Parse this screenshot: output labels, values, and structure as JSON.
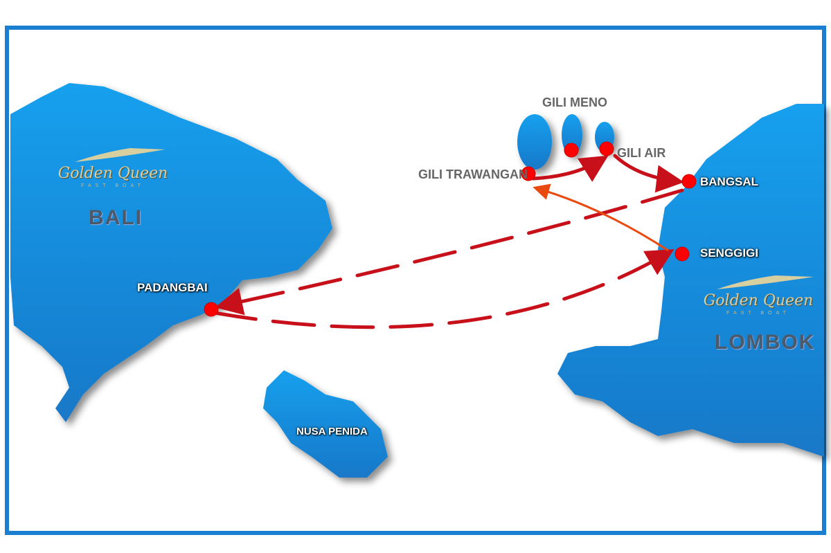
{
  "labels": {
    "bali": "BALI",
    "lombok": "LOMBOK",
    "padangbai": "PADANGBAI",
    "nusa_penida": "NUSA PENIDA",
    "gili_meno": "GILI MENO",
    "gili_trawangan": "GILI TRAWANGAN",
    "gili_air": "GILI AIR",
    "bangsal": "BANGSAL",
    "senggigi": "SENGGIGI"
  },
  "logo": {
    "name": "Golden Queen",
    "tagline": "FAST BOAT"
  },
  "colors": {
    "land": "#1a8fe0",
    "route": "#c8101a",
    "marker": "#ff0000",
    "frame": "#1a7fd0"
  }
}
